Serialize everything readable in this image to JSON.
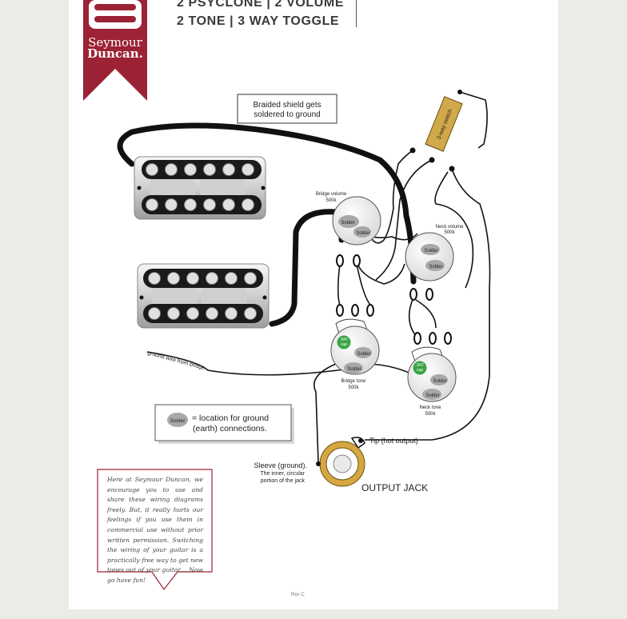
{
  "brand": {
    "line1": "Seymour",
    "line2": "Duncan.",
    "bg": "#9b2335"
  },
  "header": {
    "line1": "2 PSYCLONE | 2 VOLUME",
    "line2": "2 TONE | 3 WAY TOGGLE"
  },
  "labels": {
    "braided_1": "Braided shield gets",
    "braided_2": "soldered to ground",
    "switch": "3-way switch",
    "bridge_volume_1": "Bridge volume",
    "bridge_volume_2": "500k",
    "neck_volume_1": "Neck volume",
    "neck_volume_2": "500k",
    "bridge_tone_1": "Bridge tone",
    "bridge_tone_2": "500k",
    "neck_tone_1": "Neck tone",
    "neck_tone_2": "500k",
    "solder": "Solder",
    "cap_1": ".047",
    "cap_2": "cap",
    "ground_wire": "ground wire from bridge",
    "legend_1": "= location for ground",
    "legend_2": "(earth) connections.",
    "tip": "Tip (hot output)",
    "sleeve_1": "Sleeve (ground).",
    "sleeve_2": "The inner, circular",
    "sleeve_3": "portion of the jack",
    "output_jack": "OUTPUT JACK"
  },
  "note": "Here at Seymour Duncan, we encourage you to use and share these wiring diagrams freely. But, it really hurts our feelings if you use them in commercial use without prior written permission. Switching the wiring of your guitar is a practically free way to get new tones out of your guitar… Now go have fun!",
  "footer": {
    "rev": "Rev C"
  },
  "colors": {
    "solder_gray": "#a8a8a8",
    "cap_green": "#3aa447",
    "jack_gold": "#d6a640",
    "switch_gold": "#d1a84a"
  }
}
